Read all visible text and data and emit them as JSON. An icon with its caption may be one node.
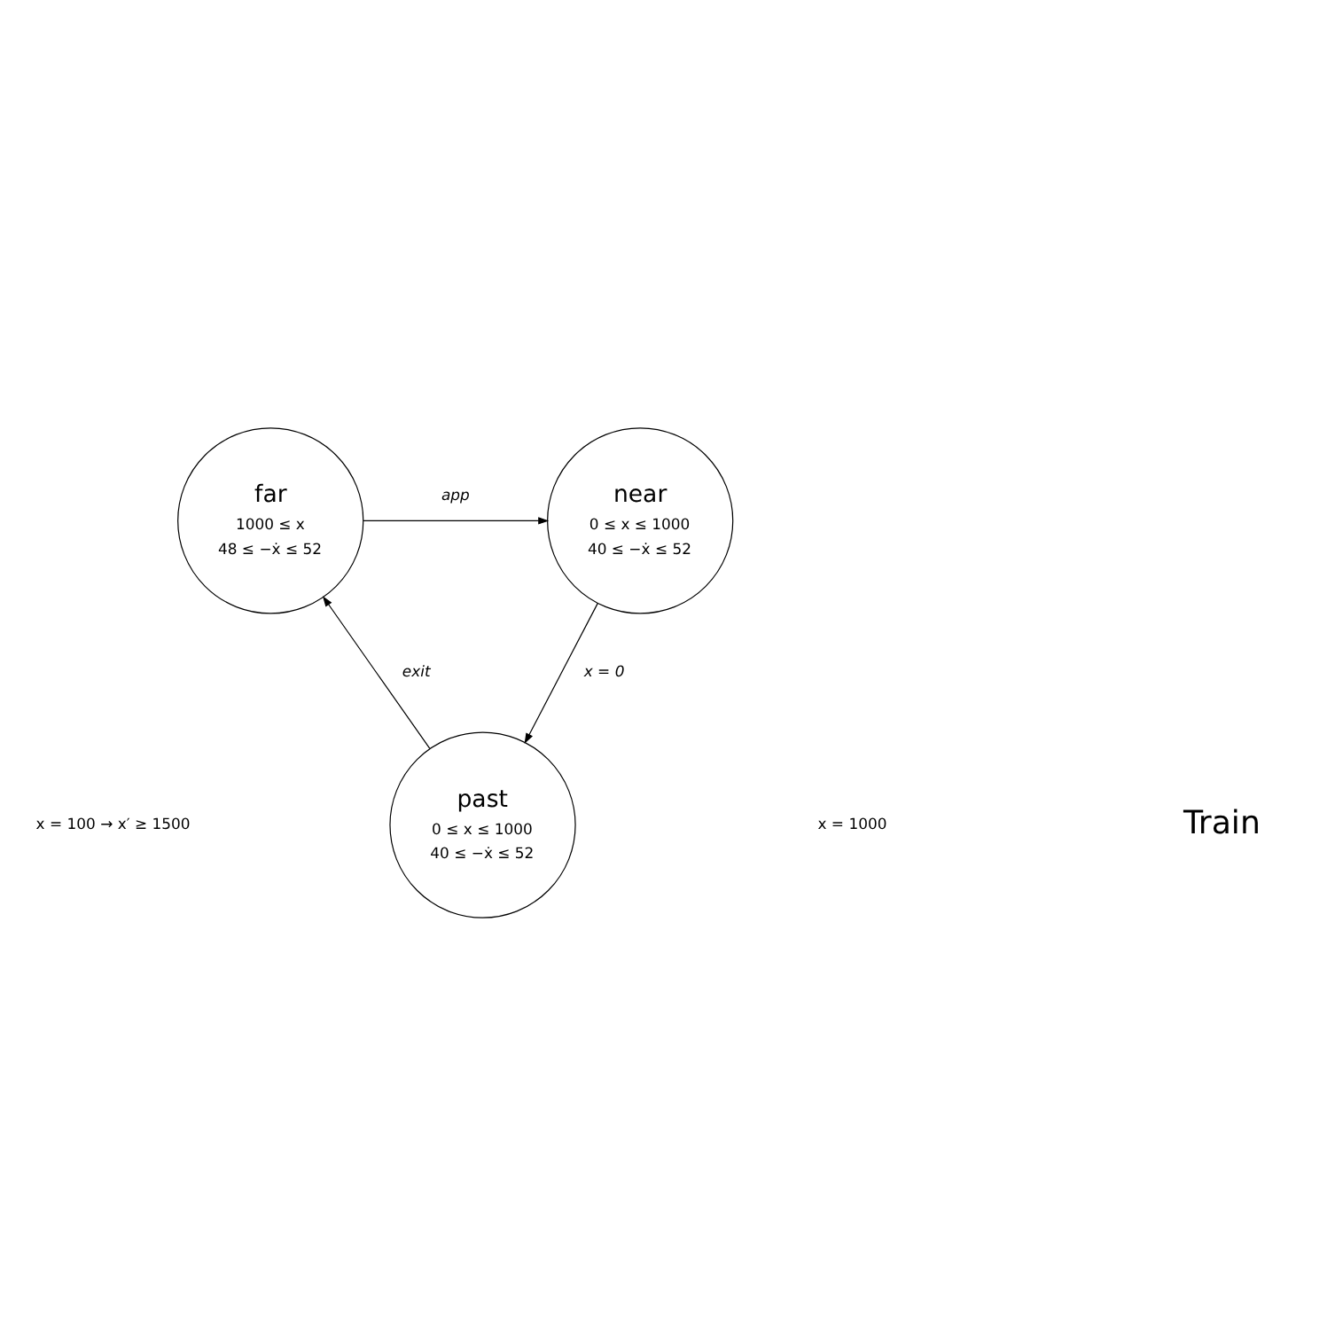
{
  "diagram": {
    "nodes": [
      {
        "text": [
          "far",
          "1000 ≤ x",
          "48 ≤ −ẋ ≤ 52"
        ]
      },
      {
        "text": [
          "near",
          "0 ≤ x ≤ 1000",
          "40 ≤ −ẋ ≤ 52"
        ]
      },
      {
        "text": [
          "past",
          "0 ≤ x ≤ 1000",
          "40 ≤ −ẋ ≤ 52"
        ]
      }
    ],
    "edges": [
      {
        "from": 0,
        "to": 1,
        "arrow": "to",
        "label": "app"
      },
      {
        "from": 1,
        "to": 2,
        "arrow": "to",
        "label": "x = 0"
      },
      {
        "from": 2,
        "to": 0,
        "arrow": "to",
        "label": "exit"
      }
    ],
    "labels": [
      "x = 1000",
      "x = 100 → x′ ≥ 1500",
      "Train"
    ]
  }
}
